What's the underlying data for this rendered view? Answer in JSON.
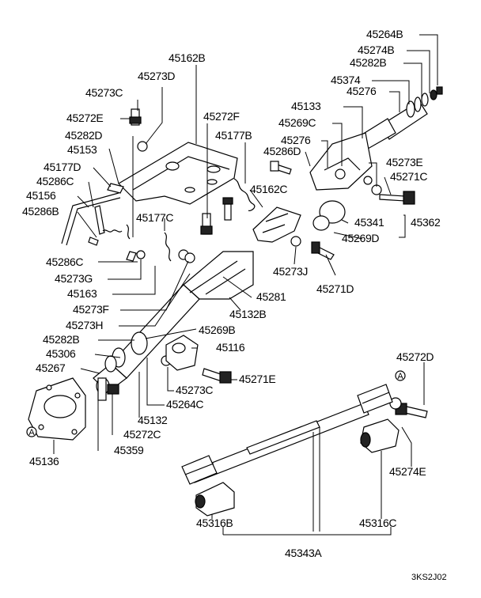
{
  "labels": [
    "45264B",
    "45274B",
    "45282B",
    "45374",
    "45276",
    "45133",
    "45269C",
    "45276",
    "45286D",
    "45273E",
    "45271C",
    "45162B",
    "45273D",
    "45273C",
    "45272E",
    "45282D",
    "45153",
    "45177D",
    "45286C",
    "45156",
    "45286B",
    "45272F",
    "45177B",
    "45162C",
    "45177C",
    "45341",
    "45362",
    "45269D",
    "45286C",
    "45273G",
    "45163",
    "45273J",
    "45271D",
    "45273F",
    "45281",
    "45273H",
    "45132B",
    "45269B",
    "45282B",
    "45116",
    "45306",
    "45267",
    "45271E",
    "45273C",
    "45264C",
    "45272D",
    "45132",
    "45272C",
    "45359",
    "45136",
    "45274E",
    "45316B",
    "45316C",
    "45343A"
  ],
  "markers": [
    "A",
    "A"
  ],
  "code": "3KS2J02"
}
